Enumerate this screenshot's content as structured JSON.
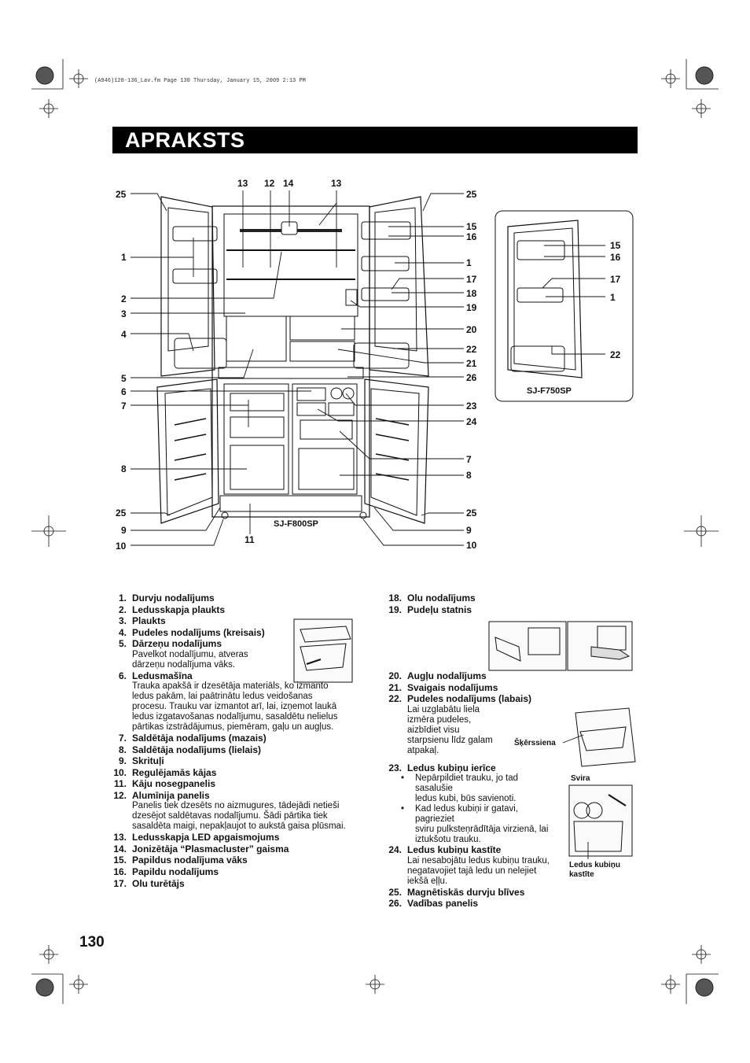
{
  "print_header": "(A946)128-136_Lav.fm  Page 130  Thursday, January 15, 2009  2:13 PM",
  "title": "APRAKSTS",
  "page_number": "130",
  "diagram": {
    "callouts_main": [
      "25",
      "1",
      "2",
      "3",
      "4",
      "5",
      "6",
      "7",
      "8",
      "25",
      "9",
      "10",
      "13",
      "12",
      "14",
      "13",
      "11",
      "25",
      "15",
      "16",
      "1",
      "17",
      "18",
      "19",
      "20",
      "22",
      "21",
      "26",
      "23",
      "24",
      "7",
      "8",
      "25",
      "9",
      "10"
    ],
    "model_main": "SJ-F800SP",
    "callouts_inset": [
      "15",
      "16",
      "17",
      "1",
      "22"
    ],
    "model_inset": "SJ-F750SP",
    "label_skerssiena": "Šķērssiena",
    "label_svira": "Svira",
    "label_kastite_1": "Ledus kubiņu",
    "label_kastite_2": "kastīte"
  },
  "legend": {
    "i1": {
      "num": "1.",
      "label": "Durvju nodalījums"
    },
    "i2": {
      "num": "2.",
      "label": "Ledusskapja plaukts"
    },
    "i3": {
      "num": "3.",
      "label": "Plaukts"
    },
    "i4": {
      "num": "4.",
      "label": "Pudeles nodalījums (kreisais)"
    },
    "i5": {
      "num": "5.",
      "label": "Dārzeņu nodalījums",
      "desc": [
        "Pavelkot nodalījumu, atveras",
        "dārzeņu nodalījuma vāks."
      ]
    },
    "i6": {
      "num": "6.",
      "label": "Ledusmašīna",
      "desc": [
        "Trauka apakšā ir dzesētāja materiāls, ko izmanto",
        "ledus pakām, lai paātrinātu ledus veidošanas",
        "procesu. Trauku var izmantot arī, lai, izņemot laukā",
        "ledus izgatavošanas nodalījumu, sasaldētu nelielus",
        "pārtikas izstrādājumus, piemēram, gaļu un augļus."
      ]
    },
    "i7": {
      "num": "7.",
      "label": "Saldētāja nodalījums (mazais)"
    },
    "i8": {
      "num": "8.",
      "label": "Saldētāja nodalījums (lielais)"
    },
    "i9": {
      "num": "9.",
      "label": "Skrituļi"
    },
    "i10": {
      "num": "10.",
      "label": "Regulējamās kājas"
    },
    "i11": {
      "num": "11.",
      "label": "Kāju nosegpanelis"
    },
    "i12": {
      "num": "12.",
      "label": "Alumīnija panelis",
      "desc": [
        "Panelis tiek dzesēts no aizmugures, tādejādi netieši",
        "dzesējot saldētavas nodalījumu. Šādi pārtika tiek",
        "sasaldēta maigi, nepakļaujot to aukstā gaisa plūsmai."
      ]
    },
    "i13": {
      "num": "13.",
      "label": "Ledusskapja LED apgaismojums"
    },
    "i14": {
      "num": "14.",
      "label": "Jonizētāja “Plasmacluster” gaisma"
    },
    "i15": {
      "num": "15.",
      "label": "Papildus nodalījuma vāks"
    },
    "i16": {
      "num": "16.",
      "label": "Papildu nodalījums"
    },
    "i17": {
      "num": "17.",
      "label": "Olu turētājs"
    },
    "i18": {
      "num": "18.",
      "label": "Olu nodalījums"
    },
    "i19": {
      "num": "19.",
      "label": "Pudeļu statnis"
    },
    "i20": {
      "num": "20.",
      "label": "Augļu nodalījums"
    },
    "i21": {
      "num": "21.",
      "label": "Svaigais nodalījums"
    },
    "i22": {
      "num": "22.",
      "label": "Pudeles nodalījums (labais)",
      "desc": [
        "Lai uzglabātu liela",
        "izmēra pudeles,",
        "aizbīdiet visu",
        "starpsienu līdz galam",
        "atpakaļ."
      ]
    },
    "i23": {
      "num": "23.",
      "label": "Ledus kubiņu ierīce",
      "bullets": [
        [
          "Nepārpildiet trauku, jo tad sasalušie",
          "ledus kubi, būs savienoti."
        ],
        [
          "Kad ledus kubiņi ir gatavi, pagrieziet",
          "sviru pulksteņrādītāja virzienā, lai",
          "iztukšotu trauku."
        ]
      ]
    },
    "i24": {
      "num": "24.",
      "label": "Ledus kubiņu kastīte",
      "desc": [
        "Lai nesabojātu ledus kubiņu trauku,",
        "negatavojiet tajā ledu un nelejiet",
        "iekšā eļļu."
      ]
    },
    "i25": {
      "num": "25.",
      "label": "Magnētiskās durvju blīves"
    },
    "i26": {
      "num": "26.",
      "label": "Vadības panelis"
    }
  }
}
